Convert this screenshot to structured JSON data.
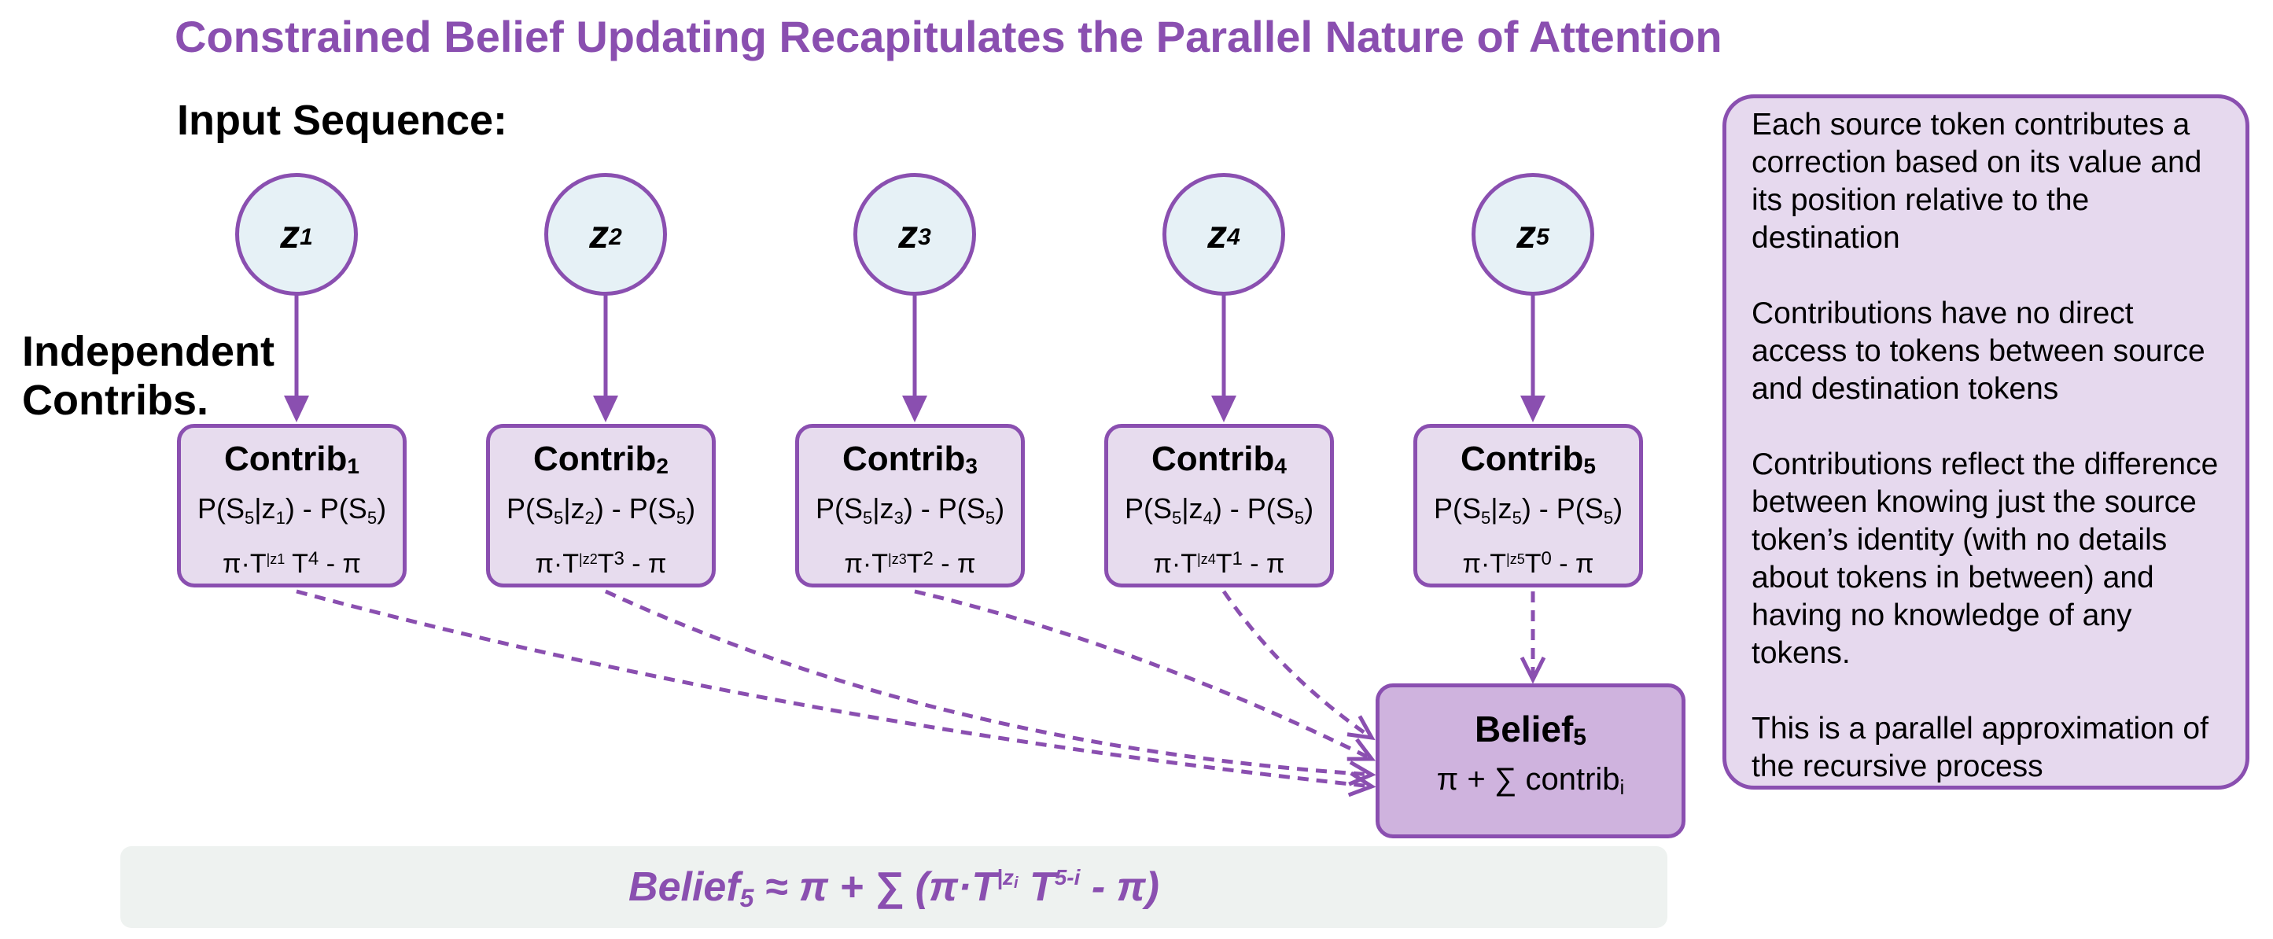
{
  "title": "Constrained Belief Updating Recapitulates the Parallel Nature of Attention",
  "input_label": "Input Sequence:",
  "contrib_label_line1": "Independent",
  "contrib_label_line2": "Contribs.",
  "nodes": [
    {
      "base": "z",
      "sub": "1"
    },
    {
      "base": "z",
      "sub": "2"
    },
    {
      "base": "z",
      "sub": "3"
    },
    {
      "base": "z",
      "sub": "4"
    },
    {
      "base": "z",
      "sub": "5"
    }
  ],
  "contribs": [
    {
      "name": "Contrib",
      "sub": "1",
      "f1_a": "P(S",
      "f1_b": "5",
      "f1_c": "|z",
      "f1_d": "1",
      "f1_e": ") - P(S",
      "f1_f": "5",
      "f1_g": ")",
      "f2_a": "π·T",
      "f2_z": "|z1",
      "f2_b": " T",
      "f2_e": "4",
      "f2_c": " - π"
    },
    {
      "name": "Contrib",
      "sub": "2",
      "f1_a": "P(S",
      "f1_b": "5",
      "f1_c": "|z",
      "f1_d": "2",
      "f1_e": ") - P(S",
      "f1_f": "5",
      "f1_g": ")",
      "f2_a": "π·T",
      "f2_z": "|z2",
      "f2_b": "T",
      "f2_e": "3",
      "f2_c": " - π"
    },
    {
      "name": "Contrib",
      "sub": "3",
      "f1_a": "P(S",
      "f1_b": "5",
      "f1_c": "|z",
      "f1_d": "3",
      "f1_e": ") - P(S",
      "f1_f": "5",
      "f1_g": ")",
      "f2_a": "π·T",
      "f2_z": "|z3",
      "f2_b": "T",
      "f2_e": "2",
      "f2_c": " - π"
    },
    {
      "name": "Contrib",
      "sub": "4",
      "f1_a": "P(S",
      "f1_b": "5",
      "f1_c": "|z",
      "f1_d": "4",
      "f1_e": ") - P(S",
      "f1_f": "5",
      "f1_g": ")",
      "f2_a": "π·T",
      "f2_z": "|z4",
      "f2_b": "T",
      "f2_e": "1",
      "f2_c": " - π"
    },
    {
      "name": "Contrib",
      "sub": "5",
      "f1_a": "P(S",
      "f1_b": "5",
      "f1_c": "|z",
      "f1_d": "5",
      "f1_e": ") - P(S",
      "f1_f": "5",
      "f1_g": ")",
      "f2_a": "π·T",
      "f2_z": "|z5",
      "f2_b": "T",
      "f2_e": "0",
      "f2_c": " - π"
    }
  ],
  "belief": {
    "name": "Belief",
    "sub": "5",
    "formula": "π + ∑ contrib",
    "formula_sub": "i"
  },
  "formula": {
    "a": "Belief",
    "a_sub": "5",
    "b": " ≈ π + ∑ (π·T",
    "c_sup": "|z",
    "c_sup_sub": "i",
    "d": " T",
    "d_sup": "5-i",
    "e": " - π)"
  },
  "notes": [
    "Each source token contributes a correction based on its value and its position relative to the destination",
    "Contributions have no direct access to tokens between source and destination tokens",
    "Contributions reflect the difference between knowing just the source token’s identity (with no details about tokens in between) and having no knowledge of any tokens.",
    "This is a parallel approximation of the recursive process"
  ],
  "colors": {
    "accent": "#8a4fb0",
    "node_fill": "#e6f1f6",
    "contrib_fill": "#e7dcee",
    "belief_fill": "#cfb3de",
    "notes_fill": "#e6d9ee",
    "formula_bg": "#eef2f0"
  }
}
